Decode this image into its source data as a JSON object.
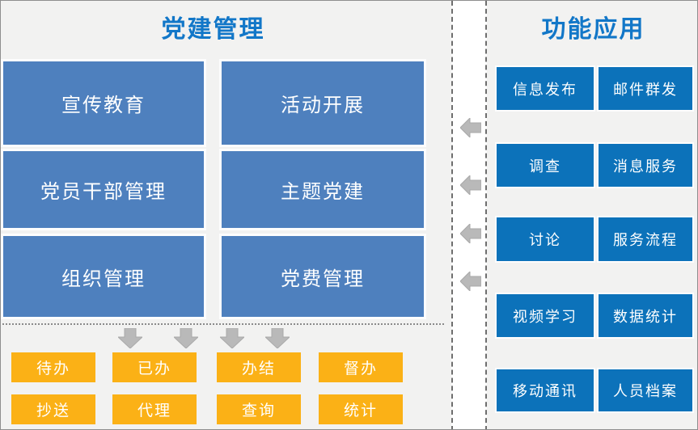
{
  "diagram": {
    "left_panel": {
      "title": "党建管理",
      "modules": [
        "宣传教育",
        "活动开展",
        "党员干部管理",
        "主题党建",
        "组织管理",
        "党费管理"
      ],
      "tasks": [
        "待办",
        "已办",
        "办结",
        "督办",
        "抄送",
        "代理",
        "查询",
        "统计"
      ]
    },
    "right_panel": {
      "title": "功能应用",
      "functions": [
        "信息发布",
        "邮件群发",
        "调查",
        "消息服务",
        "讨论",
        "服务流程",
        "视频学习",
        "数据统计",
        "移动通讯",
        "人员档案"
      ]
    },
    "icons": {
      "down_arrow": "block-arrow-down-icon",
      "left_arrow": "block-arrow-left-icon"
    },
    "colors": {
      "background": "#f2f2f1",
      "divider_strip": "#ffffff",
      "dashed_line": "#6e6e6e",
      "title_blue": "#1277c8",
      "module_blue": "#4e80be",
      "function_blue": "#0c72ba",
      "task_orange": "#fbb116",
      "arrow_gray": "#b9b9b9",
      "box_text": "#ffffff"
    }
  }
}
